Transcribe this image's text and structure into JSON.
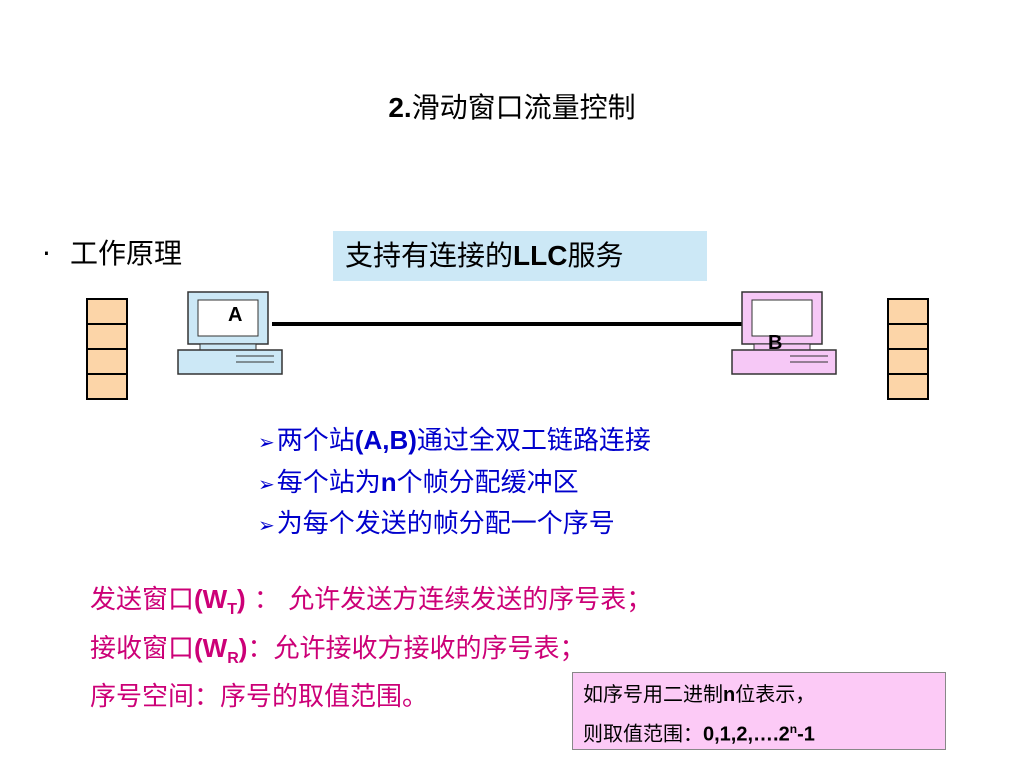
{
  "title": {
    "num": "2.",
    "text": "滑动窗口流量控制"
  },
  "bullet": {
    "dot": "·",
    "text": "工作原理"
  },
  "llc_box": {
    "pre": "支持有连接的",
    "bold": "LLC",
    "post": "服务"
  },
  "stations": {
    "a_label": "A",
    "b_label": "B"
  },
  "points": [
    {
      "arrow": "➢",
      "parts": [
        "两个站",
        "(A,B)",
        "通过全双工链路连接"
      ]
    },
    {
      "arrow": "➢",
      "parts": [
        "每个站为",
        "n",
        "个帧分配缓冲区"
      ]
    },
    {
      "arrow": "➢",
      "parts": [
        "为每个发送的帧分配一个序号"
      ]
    }
  ],
  "definitions": [
    {
      "pre": "发送窗口",
      "paren_open": "(W",
      "sub": "T",
      "paren_close": ")",
      "rest": " ： 允许发送方连续发送的序号表；"
    },
    {
      "pre": "接收窗口",
      "paren_open": "(W",
      "sub": "R",
      "paren_close": ")",
      "rest": "：允许接收方接收的序号表；"
    },
    {
      "text": "序号空间：序号的取值范围。"
    }
  ],
  "note": {
    "line1_pre": "如序号用二进制",
    "line1_bold": "n",
    "line1_post": "位表示，",
    "line2_pre": "则取值范围：",
    "line2_bold": "0,1,2,….2",
    "line2_sup": "n",
    "line2_end": "-1"
  },
  "colors": {
    "buffer_fill": "#fcd5a8",
    "pc_a": "#cce8f6",
    "pc_b": "#f6c8f6",
    "points_text": "#0000cc",
    "defs_text": "#cc0077",
    "llc_box_bg": "#cce8f6",
    "note_bg": "#fccaf6"
  },
  "icons": {
    "station_a": "computer-icon",
    "station_b": "computer-icon",
    "buffer": "buffer-stack-icon"
  }
}
